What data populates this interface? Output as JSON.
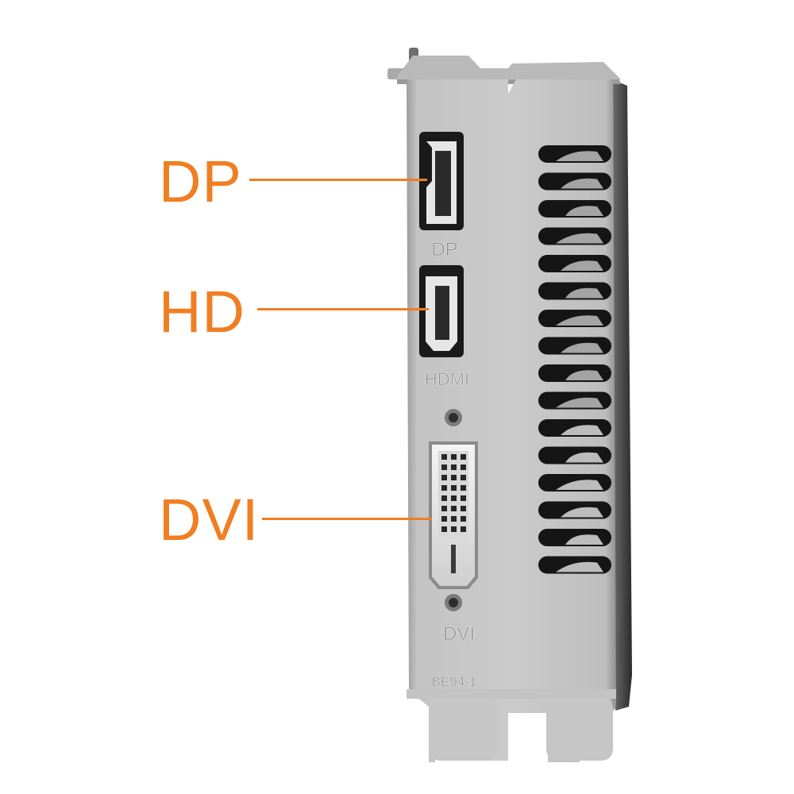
{
  "callouts": {
    "dp": "DP",
    "hd": "HD",
    "dvi": "DVI",
    "color": "#f07e22"
  },
  "bracket": {
    "engraved_dp": "DP",
    "engraved_hdmi": "HDMI",
    "engraved_dvi": "DVI",
    "engraved_part": "BE94-1"
  }
}
